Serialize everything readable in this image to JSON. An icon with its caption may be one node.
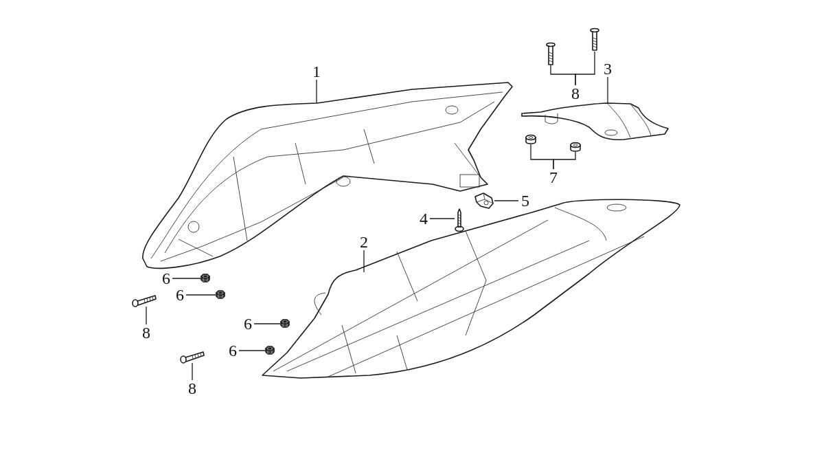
{
  "diagram": {
    "nodes": [
      {
        "text": [
          "1"
        ]
      },
      {
        "text": [],
        "shape": "picture"
      },
      {
        "text": [
          "2"
        ]
      },
      {
        "text": [],
        "shape": "picture"
      },
      {
        "text": [
          "3"
        ]
      },
      {
        "text": [],
        "shape": "picture"
      },
      {
        "text": [
          "8"
        ]
      },
      {
        "text": [],
        "shape": "picture"
      },
      {
        "text": [],
        "shape": "picture"
      },
      {
        "text": [
          "7"
        ]
      },
      {
        "text": [],
        "shape": "picture"
      },
      {
        "text": [],
        "shape": "picture"
      },
      {
        "text": [
          "4"
        ]
      },
      {
        "text": [],
        "shape": "picture"
      },
      {
        "text": [
          "5"
        ]
      },
      {
        "text": [],
        "shape": "picture"
      },
      {
        "text": [
          "6"
        ]
      },
      {
        "text": [],
        "shape": "picture"
      },
      {
        "text": [
          "6"
        ]
      },
      {
        "text": [],
        "shape": "picture"
      },
      {
        "text": [
          "8"
        ]
      },
      {
        "text": [],
        "shape": "picture"
      },
      {
        "text": [
          "6"
        ]
      },
      {
        "text": [],
        "shape": "picture"
      },
      {
        "text": [
          "6"
        ]
      },
      {
        "text": [],
        "shape": "picture"
      },
      {
        "text": [
          "8"
        ]
      },
      {
        "text": [],
        "shape": "picture"
      }
    ],
    "edges": [
      {
        "from": 0,
        "to": 1,
        "arrow": "none"
      },
      {
        "from": 2,
        "to": 3,
        "arrow": "none"
      },
      {
        "from": 4,
        "to": 5,
        "arrow": "none"
      },
      {
        "from": 6,
        "to": 7,
        "arrow": "none"
      },
      {
        "from": 6,
        "to": 8,
        "arrow": "none"
      },
      {
        "from": 9,
        "to": 10,
        "arrow": "none"
      },
      {
        "from": 9,
        "to": 11,
        "arrow": "none"
      },
      {
        "from": 12,
        "to": 13,
        "arrow": "none"
      },
      {
        "from": 14,
        "to": 15,
        "arrow": "none"
      },
      {
        "from": 16,
        "to": 17,
        "arrow": "none"
      },
      {
        "from": 18,
        "to": 19,
        "arrow": "none"
      },
      {
        "from": 20,
        "to": 21,
        "arrow": "none"
      },
      {
        "from": 22,
        "to": 23,
        "arrow": "none"
      },
      {
        "from": 24,
        "to": 25,
        "arrow": "none"
      },
      {
        "from": 26,
        "to": 27,
        "arrow": "none"
      }
    ]
  }
}
